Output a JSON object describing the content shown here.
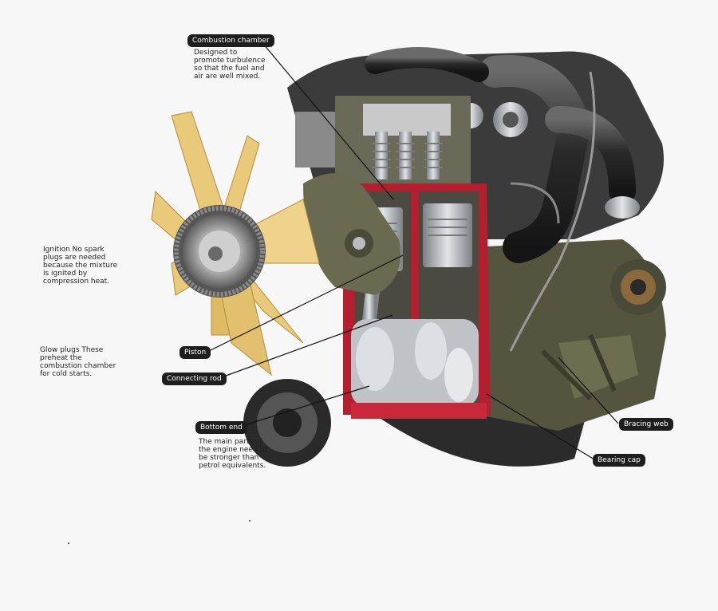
{
  "labels": {
    "combustion_chamber": "Combustion chamber",
    "piston": "Piston",
    "connecting_rod": "Connecting rod",
    "bottom_end": "Bottom end",
    "bracing_web": "Bracing web",
    "bearing_cap": "Bearing cap"
  },
  "notes": {
    "combustion_chamber": "Designed to\npromote turbulence\nso that the fuel and\nair are well mixed.",
    "ignition": "Ignition No spark\nplugs are needed\nbecause the mixture\nis ignited by\ncompression heat.",
    "glow_plugs": "Glow plugs These\npreheat the\ncombustion chamber\nfor cold starts.",
    "bottom_end": "The main parts of\nthe engine need to\nbe stronger than\npetrol equivalents."
  },
  "colors": {
    "fan": "#e9c97a",
    "engine_dark": "#3a3a3a",
    "block_olive": "#5a5a44",
    "cutaway_red": "#c8283a",
    "metal": "#b8bcc2"
  }
}
